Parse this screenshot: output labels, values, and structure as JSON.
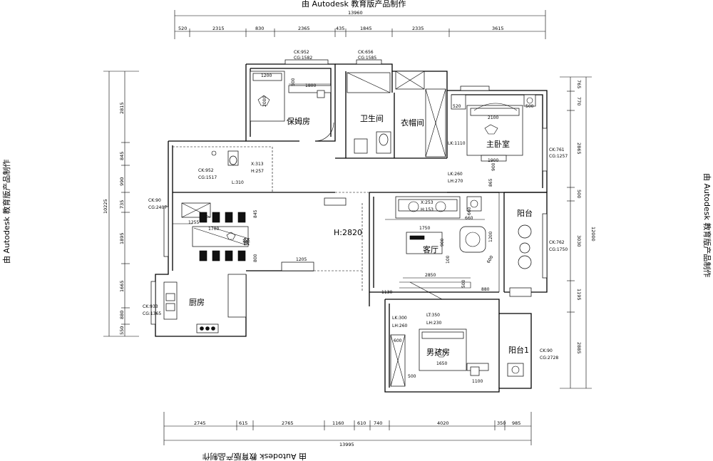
{
  "watermark": {
    "top": "由 Autodesk 教育版产品制作",
    "bottom": "由 Autodesk 教育版产品制作",
    "left": "由 Autodesk 教育版产品制作",
    "right": "由 Autodesk 教育版产品制作"
  },
  "dimensions": {
    "top_total": "13960",
    "top": [
      "520",
      "2315",
      "830",
      "2365",
      "435",
      "1845",
      "2335",
      "3615"
    ],
    "bottom_total": "13995",
    "bottom": [
      "2745",
      "615",
      "2765",
      "1160",
      "610",
      "740",
      "4020",
      "350",
      "985"
    ],
    "left_total": "10225",
    "left": [
      "2815",
      "845",
      "990",
      "735",
      "1895",
      "1665",
      "880",
      "550"
    ],
    "right_total": "12000",
    "right": [
      "765",
      "770",
      "2865",
      "500",
      "3030",
      "1195",
      "2885"
    ]
  },
  "rooms": {
    "nanny": "保姆房",
    "bath": "卫生间",
    "closet": "衣帽间",
    "master": "主卧室",
    "dining": "餐",
    "living": "客厅",
    "balcony": "阳台",
    "kitchen": "厨房",
    "boy": "男孩房",
    "balcony1": "阳台1"
  },
  "ceiling_height": "H:2820",
  "annotations": {
    "nanny_ck": "CK:952",
    "nanny_cg": "CG:1582",
    "closet_ck": "CK:656",
    "closet_cg": "CG:1585",
    "master_ck": "CK:761",
    "master_cg": "CG:1257",
    "master_lk": "LK:1110",
    "master_lkb": "LK:260",
    "master_lh": "LH:270",
    "bath_ck": "CK:952",
    "bath_cg": "CG:1517",
    "bath_x": "X:313",
    "bath_h": "H:257",
    "bath_l": "L:310",
    "dining_ck": "CK:90",
    "dining_cg": "CG:2407",
    "kitchen_ck": "CK:933",
    "kitchen_cg": "CG:1365",
    "balcony_ck": "CK:762",
    "balcony_cg": "CG:1750",
    "boy_lk": "LK:300",
    "boy_lh": "LH:260",
    "boy_lt": "LT:350",
    "boy_lh2": "LH:230",
    "bal1_ck": "CK:90",
    "bal1_cg": "CG:2728",
    "sofa_x": "X:253",
    "sofa_h": "H:153"
  },
  "inner_dims": {
    "nanny_bed_w": "1200",
    "nanny_desk_w": "1800",
    "nanny_bed_h": "2000",
    "nanny_desk_d": "500",
    "master_bed_w": "2100",
    "master_bed_h": "1900",
    "master_520": "520",
    "master_500": "500",
    "master_900": "900",
    "master_865": "865",
    "dining_table": "1700",
    "dining_1255": "1255",
    "dining_845": "845",
    "dining_800": "800",
    "dining_1205": "1205",
    "living_tv": "1750",
    "living_900": "900",
    "living_1200": "1200",
    "living_660": "660",
    "living_660b": "660",
    "living_2850": "2850",
    "living_100": "100",
    "living_500": "500",
    "living_880": "880",
    "living_1130": "1130",
    "living_600": "600",
    "boy_bed": "1650",
    "boy_500": "500",
    "boy_1100": "1100",
    "boy_600": "600"
  }
}
